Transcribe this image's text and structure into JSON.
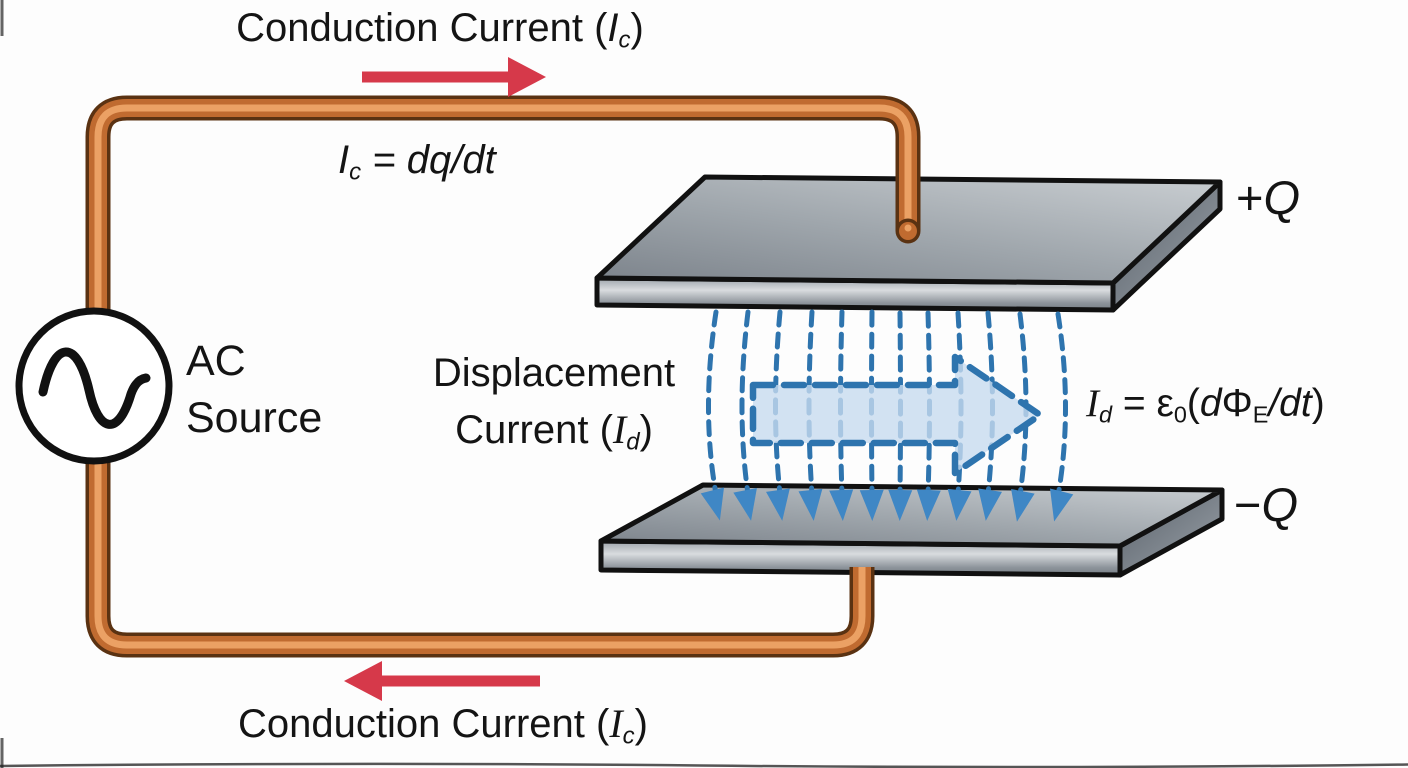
{
  "diagram": {
    "top_label": {
      "prefix": "Conduction Current (",
      "symbol": "I",
      "sub": "c",
      "suffix": ")"
    },
    "bottom_label": {
      "prefix": "Conduction Current (",
      "symbol": "I",
      "sub": "c",
      "suffix": ")"
    },
    "ac_source": {
      "line1": "AC",
      "line2": "Source"
    },
    "formula_ic": {
      "symbol": "I",
      "sub": "c",
      "rest": " = dq/dt"
    },
    "displacement_label": {
      "line1": "Displacement",
      "line2_prefix": "Current (",
      "symbol": "I",
      "sub": "d",
      "suffix": ")"
    },
    "formula_id": {
      "symbol": "I",
      "sym_sub": "d",
      "eq": " = ",
      "epsilon": "ε",
      "eps_sub": "0",
      "open": "(",
      "d1": "d",
      "phi": "Φ",
      "phi_sub": "E",
      "slash_dt": "/dt",
      "close": ")"
    },
    "top_plate_charge": {
      "sign": "+",
      "symbol": "Q"
    },
    "bottom_plate_charge": {
      "sign": "−",
      "symbol": "Q"
    },
    "colors": {
      "wire_dark": "#5a3212",
      "wire": "#c06b30",
      "wire_highlight": "#efa76a",
      "arrow_red": "#d6394a",
      "field_blue": "#2e74ae",
      "field_arrow_blue": "#3f87c5",
      "disp_fill": "#c7dbef",
      "outline": "#111111"
    }
  }
}
